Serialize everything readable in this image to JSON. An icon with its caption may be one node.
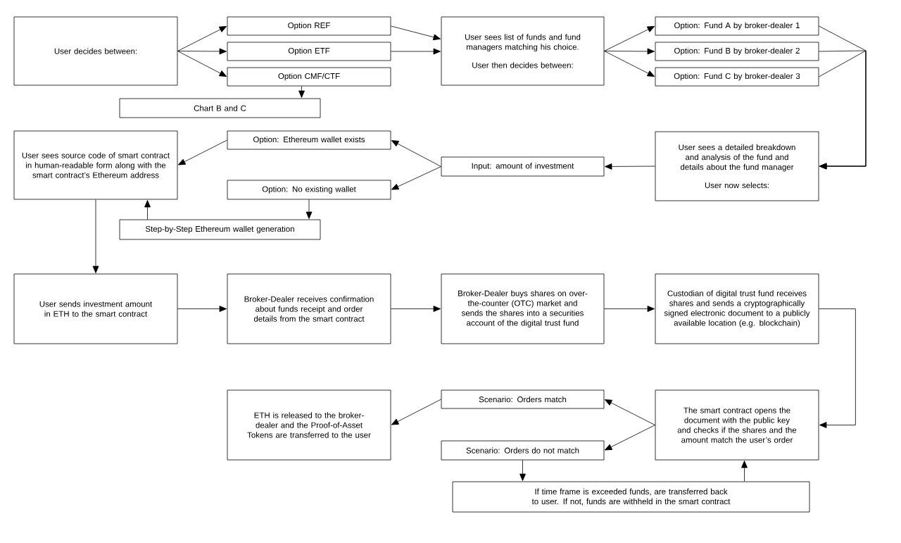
{
  "diagram": {
    "nodes": [
      {
        "text": [
          "User decides between:"
        ]
      },
      {
        "text": [
          "Option REF"
        ]
      },
      {
        "text": [
          "Option ETF"
        ]
      },
      {
        "text": [
          "Option CMF/CTF"
        ]
      },
      {
        "text": [
          "Chart B and C"
        ]
      },
      {
        "text": [
          "User sees list of funds and fund managers matching his choice.",
          "User then decides between:"
        ]
      },
      {
        "text": [
          "Option: Fund A by broker-dealer 1"
        ]
      },
      {
        "text": [
          "Option: Fund B by broker-dealer 2"
        ]
      },
      {
        "text": [
          "Option: Fund C by broker-dealer 3"
        ]
      },
      {
        "text": [
          "User sees source code of smart contract in human-readable form along with the smart contract’s Ethereum address"
        ]
      },
      {
        "text": [
          "Option: Ethereum wallet exists"
        ]
      },
      {
        "text": [
          "Option: No existing wallet"
        ]
      },
      {
        "text": [
          "Step-by-Step Ethereum wallet generation"
        ]
      },
      {
        "text": [
          "Input: amount of investment"
        ]
      },
      {
        "text": [
          "User sees a detailed breakdown and analysis of the fund and details about the fund manager",
          "User now selects:"
        ]
      },
      {
        "text": [
          "User sends investment amount in ETH to the smart contract"
        ]
      },
      {
        "text": [
          "Broker-Dealer receives confirmation about funds receipt and order details from the smart contract"
        ]
      },
      {
        "text": [
          "Broker-Dealer buys shares on over-the-counter (OTC) market and sends the shares into a securities account of the digital trust fund"
        ]
      },
      {
        "text": [
          "Custodian of digital trust fund receives shares and sends a cryptographically signed electronic document to a publicly available location (e.g. blockchain)"
        ]
      },
      {
        "text": [
          "ETH is released to the broker-dealer and the Proof-of-Asset Tokens are transferred to the user"
        ]
      },
      {
        "text": [
          "Scenario: Orders match"
        ]
      },
      {
        "text": [
          "Scenario: Orders do not match"
        ]
      },
      {
        "text": [
          "The smart contract opens the document with the public key and checks if the shares and the amount match the user’s order"
        ]
      },
      {
        "text": [
          "If time frame is exceeded funds, are transferred back to user. If not, funds are withheld in the smart contract"
        ]
      }
    ],
    "edges": [
      {
        "from": 0,
        "to": 1,
        "arrow": "to"
      },
      {
        "from": 0,
        "to": 2,
        "arrow": "to"
      },
      {
        "from": 0,
        "to": 3,
        "arrow": "to"
      },
      {
        "from": 3,
        "to": 4,
        "arrow": "to"
      },
      {
        "from": 1,
        "to": 5,
        "arrow": "to"
      },
      {
        "from": 2,
        "to": 5,
        "arrow": "to"
      },
      {
        "from": 5,
        "to": 6,
        "arrow": "to"
      },
      {
        "from": 5,
        "to": 7,
        "arrow": "to"
      },
      {
        "from": 5,
        "to": 8,
        "arrow": "to"
      },
      {
        "from": 6,
        "to": 14,
        "arrow": "to"
      },
      {
        "from": 7,
        "to": 14,
        "arrow": "to"
      },
      {
        "from": 8,
        "to": 14,
        "arrow": "to"
      },
      {
        "from": 14,
        "to": 13,
        "arrow": "to"
      },
      {
        "from": 13,
        "to": 10,
        "arrow": "to"
      },
      {
        "from": 13,
        "to": 11,
        "arrow": "to"
      },
      {
        "from": 10,
        "to": 9,
        "arrow": "to"
      },
      {
        "from": 11,
        "to": 12,
        "arrow": "to"
      },
      {
        "from": 12,
        "to": 9,
        "arrow": "to"
      },
      {
        "from": 9,
        "to": 15,
        "arrow": "to"
      },
      {
        "from": 15,
        "to": 16,
        "arrow": "to"
      },
      {
        "from": 16,
        "to": 17,
        "arrow": "to"
      },
      {
        "from": 17,
        "to": 18,
        "arrow": "to"
      },
      {
        "from": 18,
        "to": 22,
        "arrow": "to"
      },
      {
        "from": 22,
        "to": 20,
        "arrow": "to"
      },
      {
        "from": 22,
        "to": 21,
        "arrow": "to"
      },
      {
        "from": 20,
        "to": 19,
        "arrow": "to"
      },
      {
        "from": 21,
        "to": 23,
        "arrow": "to"
      },
      {
        "from": 23,
        "to": 22,
        "arrow": "to"
      }
    ]
  }
}
